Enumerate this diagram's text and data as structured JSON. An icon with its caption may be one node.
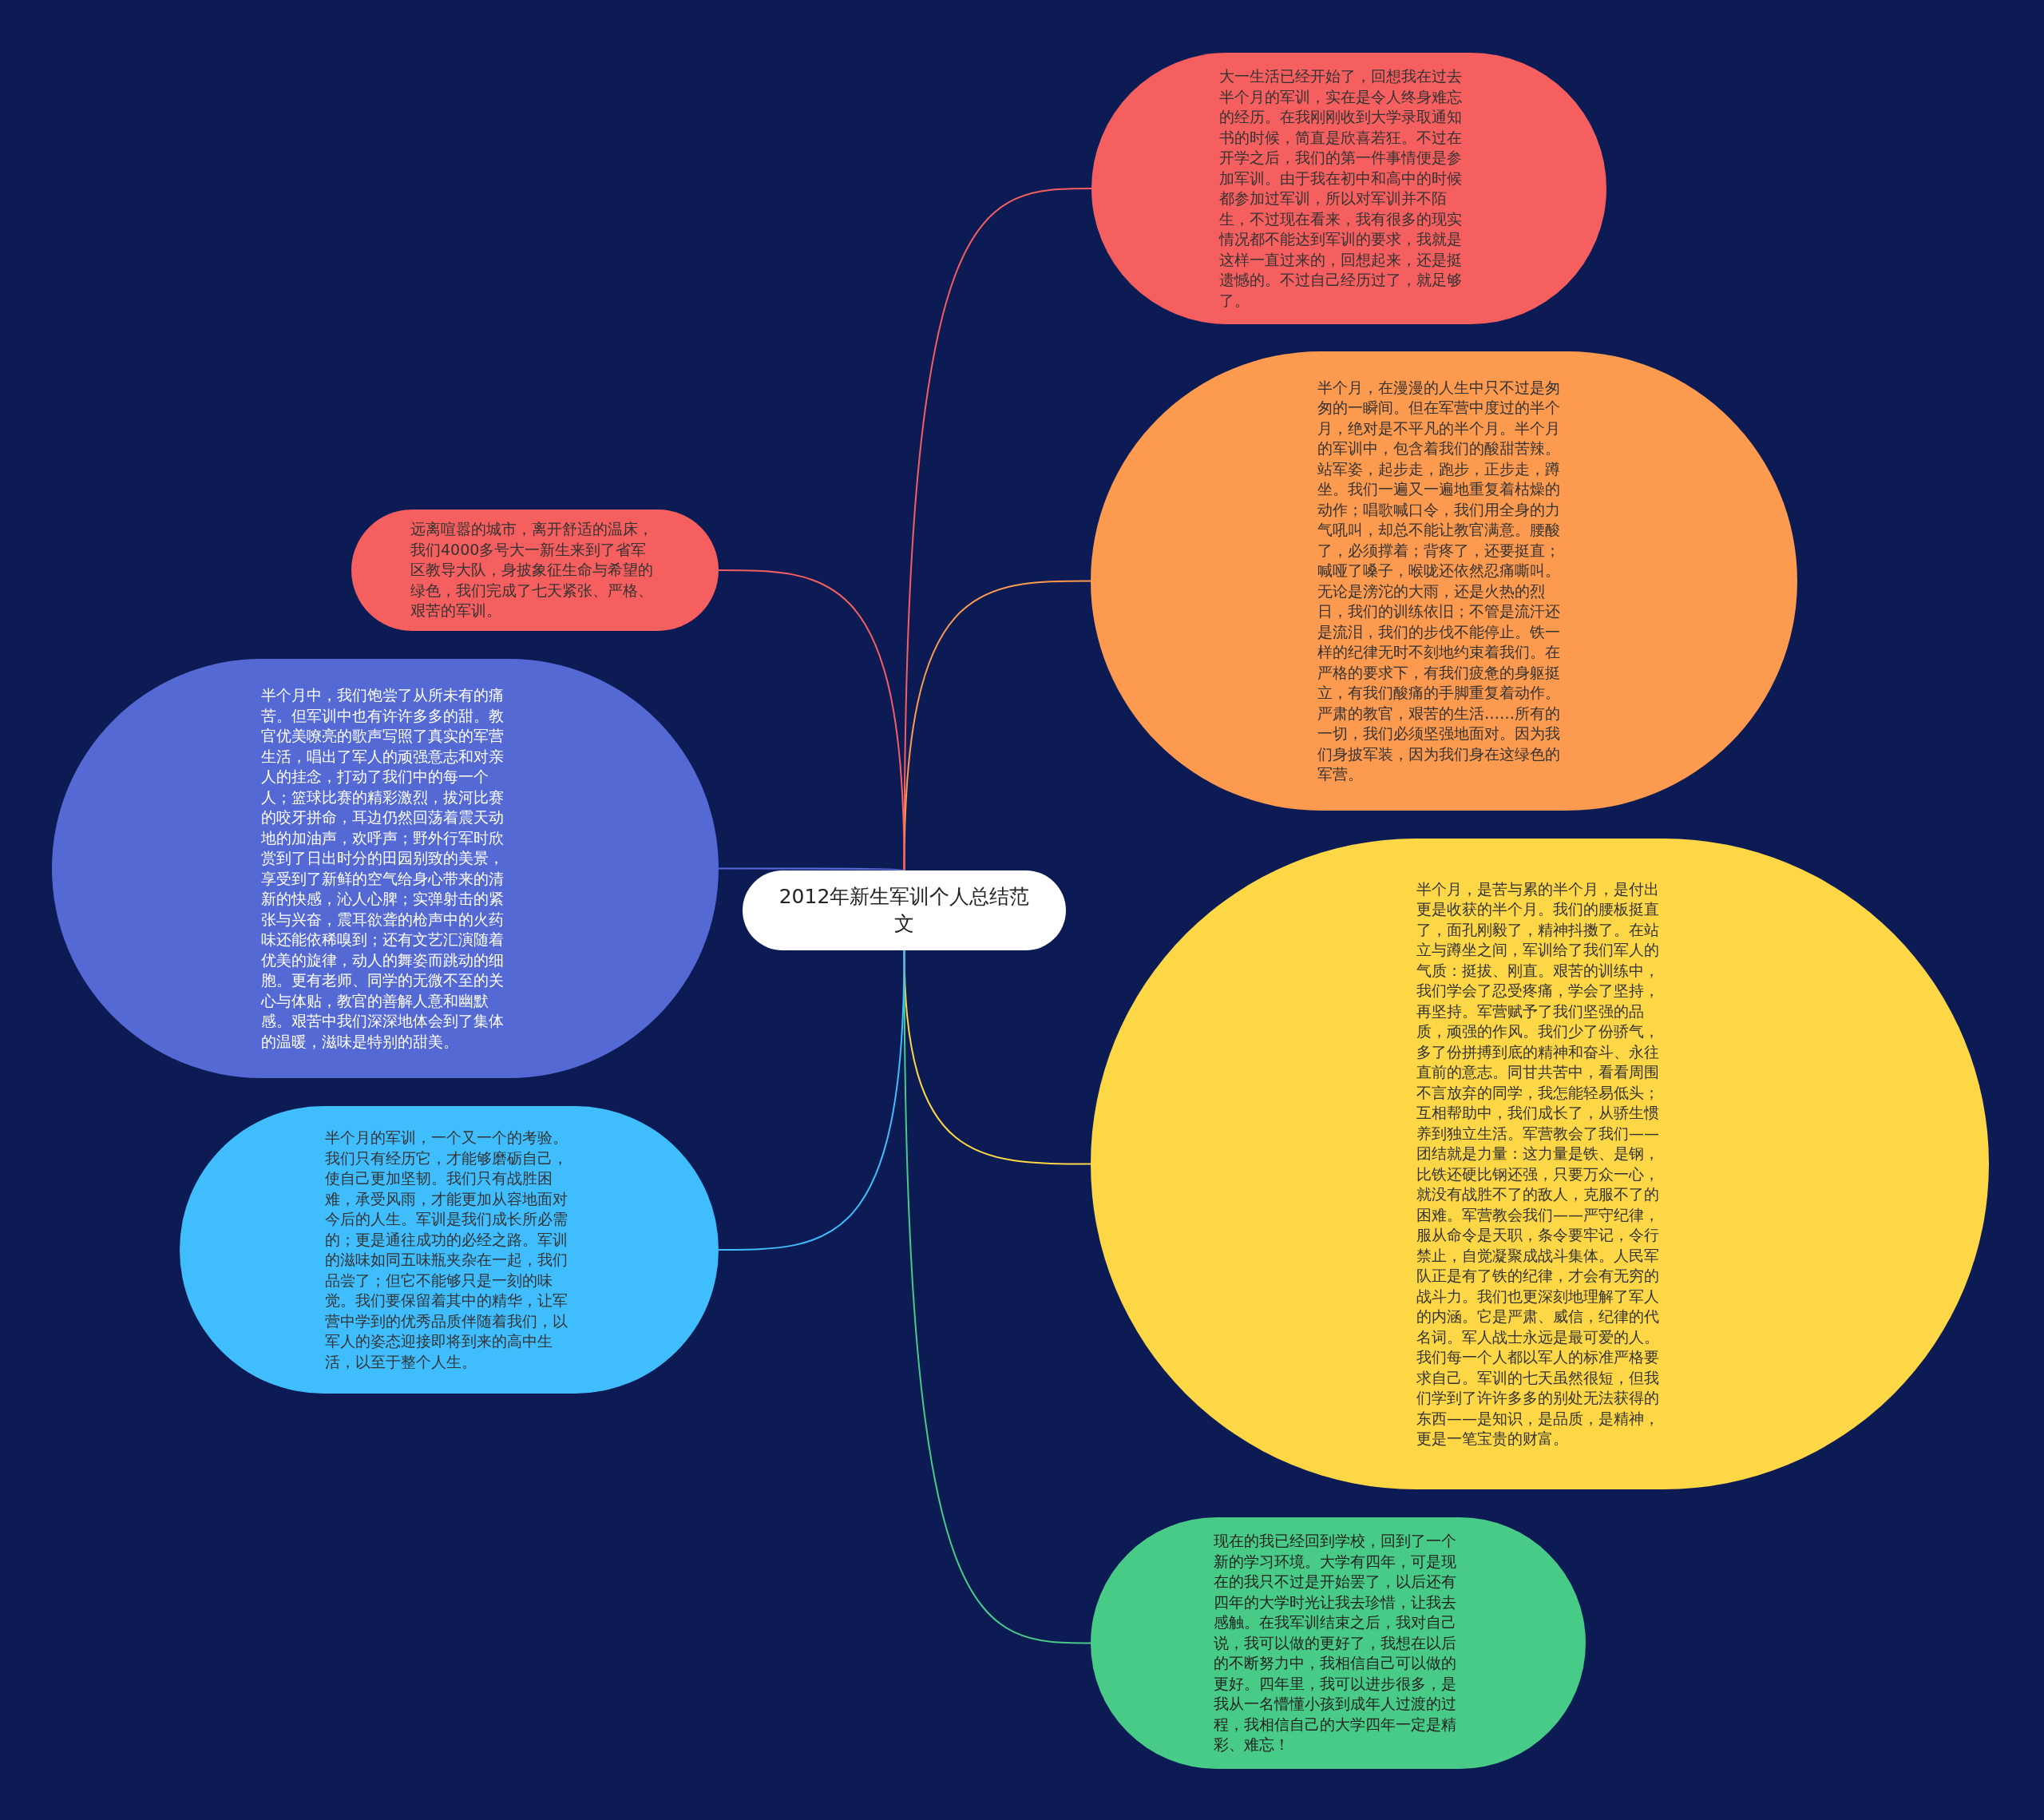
{
  "diagram": {
    "nodes": [
      {
        "text": [
          "2012年新生军训个人总结范文"
        ]
      },
      {
        "text": [
          "大一生活已经开始了，回想我在过去半个月的军训，实在是令人终身难忘的经历。在我刚刚收到大学录取通知书的时候，简直是欣喜若狂。不过在开学之后，我们的第一件事情便是参加军训。由于我在初中和高中的时候都参加过军训，所以对军训并不陌生，不过现在看来，我有很多的现实情况都不能达到军训的要求，我就是这样一直过来的，回想起来，还是挺遗憾的。不过自己经历过了，就足够了。"
        ]
      },
      {
        "text": [
          "半个月，在漫漫的人生中只不过是匆匆的一瞬间。但在军营中度过的半个月，绝对是不平凡的半个月。半个月的军训中，包含着我们的酸甜苦辣。站军姿，起步走，跑步，正步走，蹲坐。我们一遍又一遍地重复着枯燥的动作；唱歌喊口令，我们用全身的力气吼叫，却总不能让教官满意。腰酸了，必须撑着；背疼了，还要挺直；喊哑了嗓子，喉咙还依然忍痛嘶叫。无论是滂沱的大雨，还是火热的烈日，我们的训练依旧；不管是流汗还是流泪，我们的步伐不能停止。铁一样的纪律无时不刻地约束着我们。在严格的要求下，有我们疲惫的身躯挺立，有我们酸痛的手脚重复着动作。严肃的教官，艰苦的生活……所有的一切，我们必须坚强地面对。因为我们身披军装，因为我们身在这绿色的军营。"
        ]
      },
      {
        "text": [
          "半个月，是苦与累的半个月，是付出更是收获的半个月。我们的腰板挺直了，面孔刚毅了，精神抖擞了。在站立与蹲坐之间，军训给了我们军人的气质：挺拔、刚直。艰苦的训练中，我们学会了忍受疼痛，学会了坚持，再坚持。军营赋予了我们坚强的品质，顽强的作风。我们少了份骄气，多了份拼搏到底的精神和奋斗、永往直前的意志。同甘共苦中，看看周围不言放弃的同学，我怎能轻易低头；互相帮助中，我们成长了，从骄生惯养到独立生活。军营教会了我们——团结就是力量：这力量是铁、是钢，比铁还硬比钢还强，只要万众一心，就没有战胜不了的敌人，克服不了的困难。军营教会我们——严守纪律，服从命令是天职，条令要牢记，令行禁止，自觉凝聚成战斗集体。人民军队正是有了铁的纪律，才会有无穷的战斗力。我们也更深刻地理解了军人的内涵。它是严肃、威信，纪律的代名词。军人战士永远是最可爱的人。我们每一个人都以军人的标准严格要求自己。军训的七天虽然很短，但我们学到了许许多多的别处无法获得的东西——是知识，是品质，是精神，更是一笔宝贵的财富。"
        ]
      },
      {
        "text": [
          "现在的我已经回到学校，回到了一个新的学习环境。大学有四年，可是现在的我只不过是开始罢了，以后还有四年的大学时光让我去珍惜，让我去感触。在我军训结束之后，我对自己说，我可以做的更好了，我想在以后的不断努力中，我相信自己可以做的更好。四年里，我可以进步很多，是我从一名懵懂小孩到成年人过渡的过程，我相信自己的大学四年一定是精彩、难忘！"
        ]
      },
      {
        "text": [
          "远离喧嚣的城市，离开舒适的温床，我们4000多号大一新生来到了省军区教导大队，身披象征生命与希望的绿色，我们完成了七天紧张、严格、艰苦的军训。"
        ]
      },
      {
        "text": [
          "半个月中，我们饱尝了从所未有的痛苦。但军训中也有许许多多的甜。教官优美嘹亮的歌声写照了真实的军营生活，唱出了军人的顽强意志和对亲人的挂念，打动了我们中的每一个人；篮球比赛的精彩激烈，拔河比赛的咬牙拼命，耳边仍然回荡着震天动地的加油声，欢呼声；野外行军时欣赏到了日出时分的田园别致的美景，享受到了新鲜的空气给身心带来的清新的快感，沁人心脾；实弹射击的紧张与兴奋，震耳欲聋的枪声中的火药味还能依稀嗅到；还有文艺汇演随着优美的旋律，动人的舞姿而跳动的细胞。更有老师、同学的无微不至的关心与体贴，教官的善解人意和幽默感。艰苦中我们深深地体会到了集体的温暖，滋味是特别的甜美。"
        ]
      },
      {
        "text": [
          "半个月的军训，一个又一个的考验。我们只有经历它，才能够磨砺自己，使自己更加坚韧。我们只有战胜困难，承受风雨，才能更加从容地面对今后的人生。军训是我们成长所必需的；更是通往成功的必经之路。军训的滋味如同五味瓶夹杂在一起，我们品尝了；但它不能够只是一刻的味觉。我们要保留着其中的精华，让军营中学到的优秀品质伴随着我们，以军人的姿态迎接即将到来的高中生活，以至于整个人生。"
        ]
      }
    ],
    "edges": [
      {
        "from": 0,
        "to": 1,
        "arrow": "none",
        "color": "#f65f5f"
      },
      {
        "from": 0,
        "to": 2,
        "arrow": "none",
        "color": "#fc9a4f"
      },
      {
        "from": 0,
        "to": 3,
        "arrow": "none",
        "color": "#fdd746"
      },
      {
        "from": 0,
        "to": 4,
        "arrow": "none",
        "color": "#47cb87"
      },
      {
        "from": 0,
        "to": 5,
        "arrow": "none",
        "color": "#f65f5f"
      },
      {
        "from": 0,
        "to": 6,
        "arrow": "none",
        "color": "#5469d4"
      },
      {
        "from": 0,
        "to": 7,
        "arrow": "none",
        "color": "#40bdfc"
      }
    ]
  }
}
